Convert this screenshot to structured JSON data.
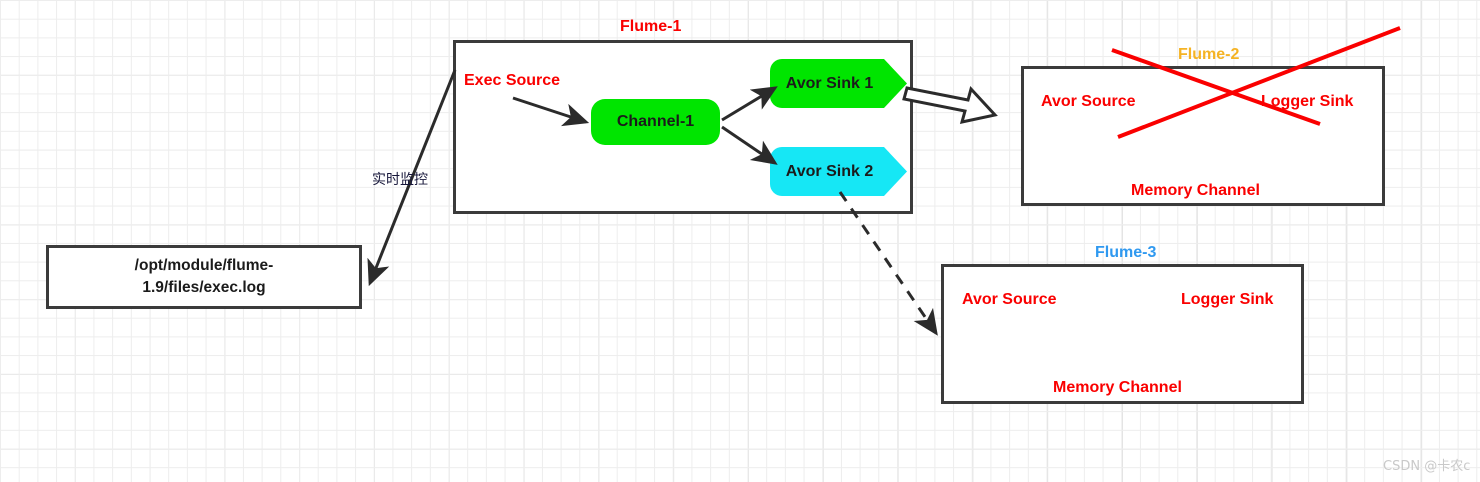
{
  "diagram": {
    "background": "#ffffff",
    "grid_color": "#ededed"
  },
  "agents": [
    {
      "id": "flume-1",
      "title": "Flume-1",
      "title_color": "#fa0000",
      "source_label": "Exec Source",
      "nodes": [
        {
          "name": "Channel-1",
          "shape": "rounded-rect",
          "color": "#00e500"
        },
        {
          "name": "Avor Sink 1",
          "shape": "pentagon-arrow",
          "color": "#00e500"
        },
        {
          "name": "Avor Sink 2",
          "shape": "pentagon-arrow",
          "color": "#16e7f5"
        }
      ]
    },
    {
      "id": "flume-2",
      "title": "Flume-2",
      "title_color": "#f5b324",
      "source_label": "Avor Source",
      "sink_label": "Logger Sink",
      "channel_label": "Memory Channel",
      "crossed_out": true,
      "cross_color": "#fa0000"
    },
    {
      "id": "flume-3",
      "title": "Flume-3",
      "title_color": "#2f99f0",
      "source_label": "Avor Source",
      "sink_label": "Logger Sink",
      "channel_label": "Memory Channel",
      "crossed_out": false
    }
  ],
  "file_source": {
    "line1": "/opt/module/flume-",
    "line2": "1.9/files/exec.log"
  },
  "annotations": {
    "monitor_label": "实时监控"
  },
  "watermark": {
    "text": "CSDN @卡农c"
  }
}
